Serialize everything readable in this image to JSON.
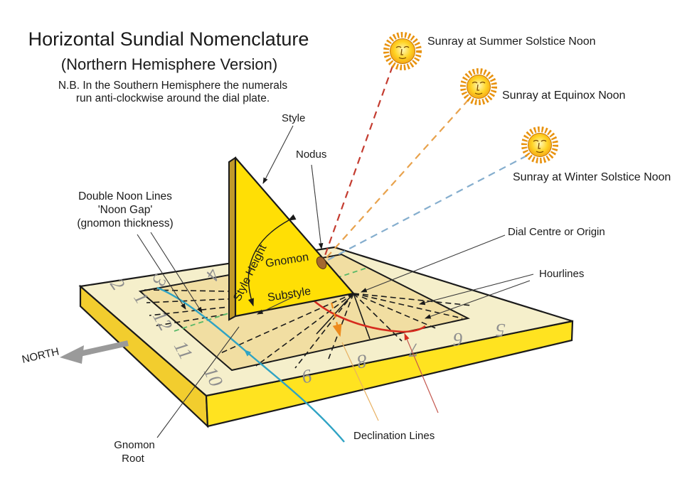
{
  "title": "Horizontal Sundial Nomenclature",
  "subtitle": "(Northern Hemisphere Version)",
  "note": {
    "line1": "N.B.  In the Southern Hemisphere the numerals",
    "line2": "run anti-clockwise around the dial plate."
  },
  "sunrays": {
    "summer": {
      "label": "Sunray at Summer Solstice Noon",
      "color": "#c8251d",
      "ray_color": "#c43c30"
    },
    "equinox": {
      "label": "Sunray at Equinox Noon",
      "color": "#eb9726",
      "ray_color": "#e8a24c"
    },
    "winter": {
      "label": "Sunray at Winter Solstice Noon",
      "color": "#3d6cb4",
      "ray_color": "#85aece"
    }
  },
  "labels": {
    "style": "Style",
    "nodus": "Nodus",
    "style_height": "Style Height",
    "gnomon": "Gnomon",
    "substyle": "Substyle",
    "double_noon_line1": "Double Noon Lines",
    "double_noon_line2": "'Noon Gap'",
    "double_noon_line3": "(gnomon thickness)",
    "dial_centre": "Dial Centre or Origin",
    "hourlines": "Hourlines",
    "declination_lines": "Declination Lines",
    "gnomon_root_line1": "Gnomon",
    "gnomon_root_line2": "Root",
    "north": "NORTH"
  },
  "dial_numerals": [
    "2",
    "1",
    "12",
    "11",
    "10",
    "9",
    "8",
    "7",
    "6",
    "5",
    "3",
    "4"
  ],
  "colors": {
    "gnomon_face": "#ffdf05",
    "gnomon_thickness_strip": "#c19a2b",
    "plate_ring": "#f5efcb",
    "plate_inner_panel": "#f1dea2",
    "slab_side_left": "#f2cd2e",
    "slab_side_front": "#ffe320",
    "numeral_grey": "#8f8f8f",
    "declination_teal": "#2fa3c4",
    "declination_red": "#d62b1e",
    "declination_orange": "#ee8a1c",
    "substyle_green": "#58b868",
    "nodus_brown": "#a4682f",
    "north_arrow_grey": "#9a9a9a"
  }
}
